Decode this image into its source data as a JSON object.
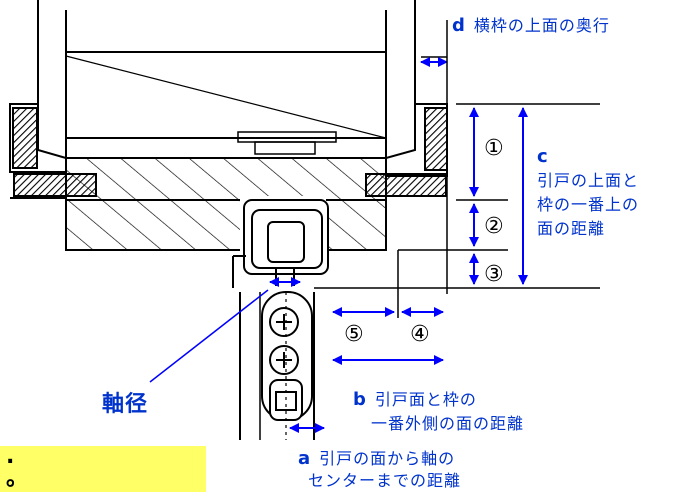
{
  "colors": {
    "accent": "#0000ff",
    "line": "#000000",
    "note_bg": "#ffff66"
  },
  "labels": {
    "d": {
      "key": "d",
      "text": "横枠の上面の奥行"
    },
    "c": {
      "key": "c",
      "lines": [
        "引戸の上面と",
        "枠の一番上の",
        "面の距離"
      ]
    },
    "b": {
      "key": "b",
      "lines": [
        "引戸面と枠の",
        "一番外側の面の距離"
      ]
    },
    "a": {
      "key": "a",
      "lines": [
        "引戸の面から軸の",
        "センターまでの距離"
      ]
    },
    "shaft": "軸径",
    "numbers": [
      "①",
      "②",
      "③",
      "④",
      "⑤"
    ]
  },
  "note": {
    "lines": [
      ".",
      "。"
    ]
  }
}
